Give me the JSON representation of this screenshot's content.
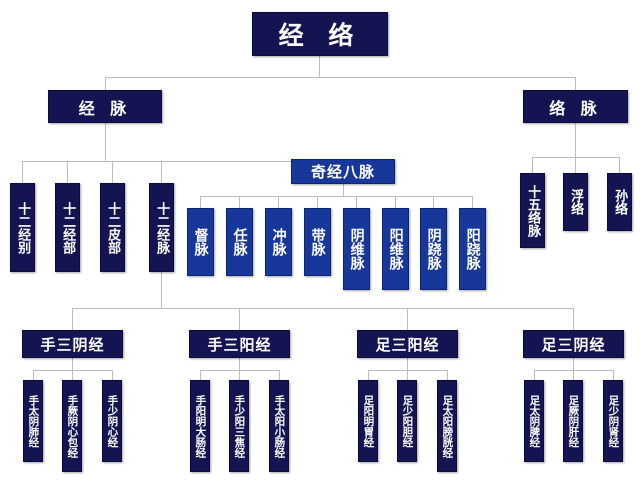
{
  "diagram": {
    "title": "经 络",
    "level2": {
      "left": "经 脉",
      "right": "络 脉"
    },
    "jingmai_children": [
      {
        "label": "十二经别"
      },
      {
        "label": "十二经部"
      },
      {
        "label": "十二皮部"
      },
      {
        "label": "十二经脉"
      }
    ],
    "qijing": {
      "header": "奇经八脉",
      "vessels": [
        {
          "label": "督脉"
        },
        {
          "label": "任脉"
        },
        {
          "label": "冲脉"
        },
        {
          "label": "带脉"
        },
        {
          "label": "阴维脉"
        },
        {
          "label": "阳维脉"
        },
        {
          "label": "阴跷脉"
        },
        {
          "label": "阳跷脉"
        }
      ]
    },
    "luomai_children": [
      {
        "label": "十五络脉"
      },
      {
        "label": "浮络"
      },
      {
        "label": "孙络"
      }
    ],
    "meridian_groups": [
      {
        "header": "手三阴经",
        "items": [
          {
            "label": "手太阴肺经"
          },
          {
            "label": "手厥阴心包经"
          },
          {
            "label": "手少阴心经"
          }
        ]
      },
      {
        "header": "手三阳经",
        "items": [
          {
            "label": "手阳明大肠经"
          },
          {
            "label": "手少阳三焦经"
          },
          {
            "label": "手太阳小肠经"
          }
        ]
      },
      {
        "header": "足三阳经",
        "items": [
          {
            "label": "足阳明胃经"
          },
          {
            "label": "足少阳胆经"
          },
          {
            "label": "足太阳膀胱经"
          }
        ]
      },
      {
        "header": "足三阴经",
        "items": [
          {
            "label": "足太阴脾经"
          },
          {
            "label": "足厥阴肝经"
          },
          {
            "label": "足少阴肾经"
          }
        ]
      }
    ],
    "colors": {
      "navy": "#141452",
      "blue": "#17379b",
      "line": "#b9bcc4",
      "text": "#ffffff",
      "background": "#ffffff"
    }
  }
}
